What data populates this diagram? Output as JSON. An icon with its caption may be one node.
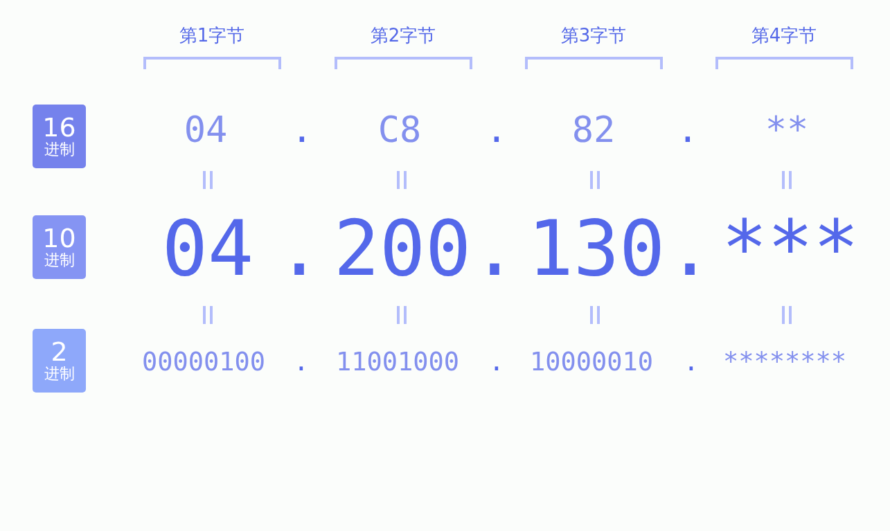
{
  "diagram": {
    "nodes": [
      {
        "text": [
          "16",
          "进制"
        ]
      },
      {
        "text": [
          "10",
          "进制"
        ]
      },
      {
        "text": [
          "2",
          "进制"
        ]
      }
    ],
    "labels": [
      "第1字节",
      "第2字节",
      "第3字节",
      "第4字节",
      "04",
      ".",
      "C8",
      ".",
      "82",
      ".",
      "**",
      "04",
      ".",
      "200",
      ".",
      "130",
      ".",
      "***",
      "00000100",
      ".",
      "11001000",
      ".",
      "10000010",
      ".",
      "********"
    ]
  }
}
